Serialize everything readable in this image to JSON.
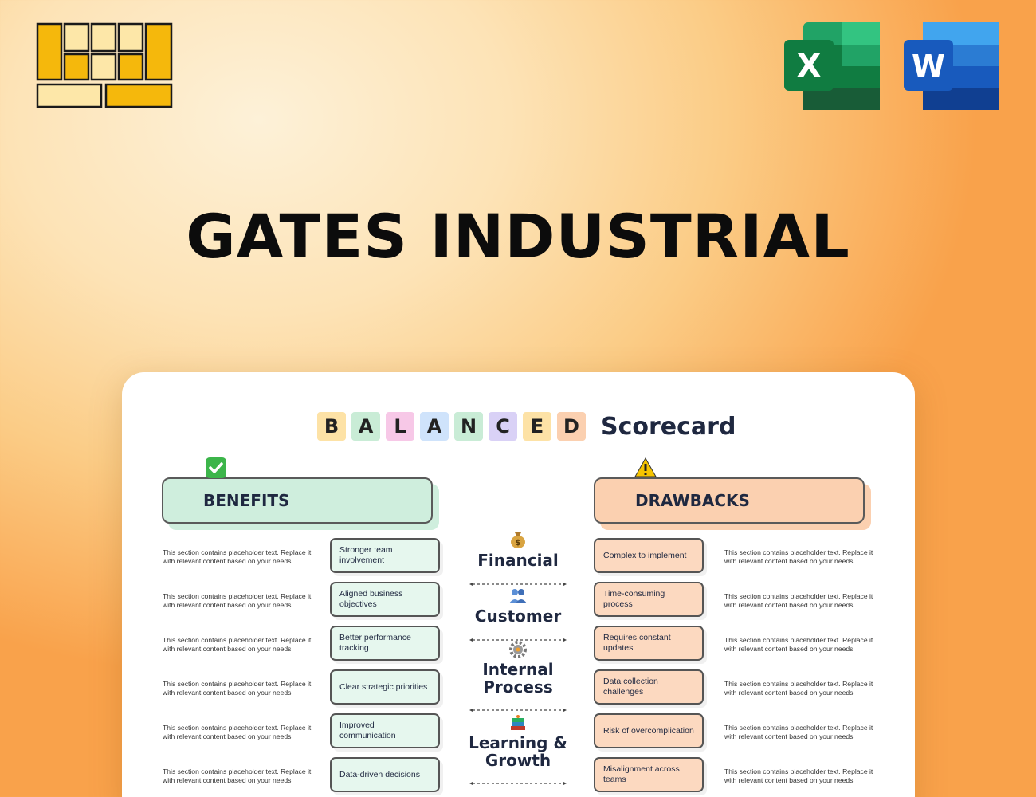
{
  "headline": "GATES INDUSTRIAL",
  "apps": [
    {
      "name": "Excel",
      "letter": "X",
      "color": "#1d6f42"
    },
    {
      "name": "Word",
      "letter": "W",
      "color": "#185abd"
    }
  ],
  "card": {
    "title_letters": [
      "B",
      "A",
      "L",
      "A",
      "N",
      "C",
      "E",
      "D"
    ],
    "title_letter_colors": [
      "#fde2a6",
      "#c9ecd6",
      "#f7c8e7",
      "#cfe3fb",
      "#c9ecd6",
      "#d9d1f6",
      "#fde2a6",
      "#fbd0b0"
    ],
    "title_word": "Scorecard",
    "benefits_label": "BENEFITS",
    "drawbacks_label": "DRAWBACKS",
    "placeholder": "This section contains placeholder text. Replace it with relevant content based on your needs",
    "benefits": [
      "Stronger team involvement",
      "Aligned business objectives",
      "Better performance tracking",
      "Clear strategic priorities",
      "Improved communication",
      "Data-driven decisions"
    ],
    "drawbacks": [
      "Complex to implement",
      "Time-consuming process",
      "Requires constant updates",
      "Data collection challenges",
      "Risk of overcomplication",
      "Misalignment across teams"
    ],
    "perspectives": [
      "Financial",
      "Customer",
      "Internal Process",
      "Learning & Growth"
    ],
    "perspective_icons": [
      "money-bag-icon",
      "people-icon",
      "gear-icon",
      "books-icon"
    ]
  },
  "colors": {
    "benefit_fill": "#cfeedd",
    "drawback_fill": "#fbd0b0",
    "accent_dark": "#1f2840"
  }
}
